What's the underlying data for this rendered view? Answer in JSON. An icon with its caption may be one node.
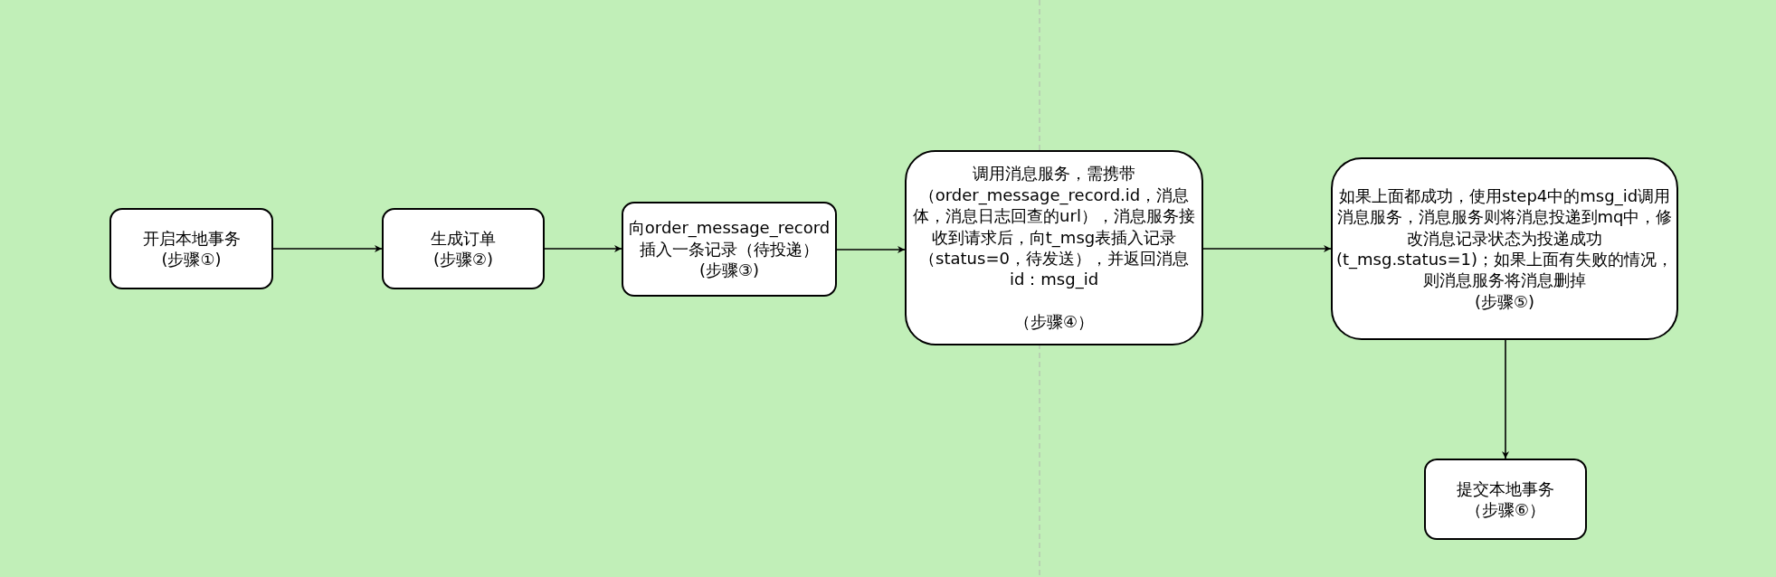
{
  "diagram": {
    "nodes": [
      {
        "text": [
          "开启本地事务",
          "(步骤①)"
        ]
      },
      {
        "text": [
          "生成订单",
          "(步骤②)"
        ]
      },
      {
        "text": [
          "向order_message_record插入一条记录（待投递）",
          "(步骤③)"
        ]
      },
      {
        "text": [
          "调用消息服务，需携带（order_message_record.id，消息体，消息日志回查的url），消息服务接收到请求后，向t_msg表插入记录（status=0，待发送），并返回消息id：msg_id",
          "（步骤④）"
        ]
      },
      {
        "text": [
          "如果上面都成功，使用step4中的msg_id调用消息服务，消息服务则将消息投递到mq中，修改消息记录状态为投递成功(t_msg.status=1)；如果上面有失败的情况，则消息服务将消息删掉",
          "(步骤⑤)"
        ]
      },
      {
        "text": [
          "提交本地事务",
          "（步骤⑥）"
        ]
      }
    ],
    "edges": [
      {
        "from": 0,
        "to": 1,
        "arrow": "to"
      },
      {
        "from": 1,
        "to": 2,
        "arrow": "to"
      },
      {
        "from": 2,
        "to": 3,
        "arrow": "to"
      },
      {
        "from": 3,
        "to": 4,
        "arrow": "to"
      },
      {
        "from": 4,
        "to": 5,
        "arrow": "to"
      }
    ]
  }
}
